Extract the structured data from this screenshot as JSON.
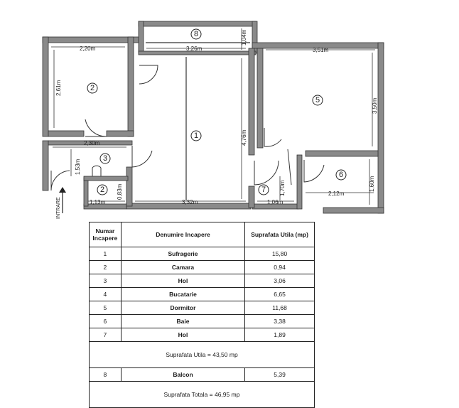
{
  "plan": {
    "entrance_label": "INTRARE",
    "room_numbers": [
      "1",
      "2",
      "2",
      "3",
      "5",
      "6",
      "7",
      "8"
    ],
    "dimensions": {
      "d_220": "2,20m",
      "d_326": "3,26m",
      "d_351": "3,51m",
      "d_104": "1,04m",
      "d_261": "2,61m",
      "d_350": "3,50m",
      "d_230": "2,30m",
      "d_476": "4,76m",
      "d_153": "1,53m",
      "d_113": "1,13m",
      "d_083": "0,83m",
      "d_332": "3,32m",
      "d_170": "1,70m",
      "d_106": "1,06m",
      "d_212": "2,12m",
      "d_160": "1,60m"
    }
  },
  "table": {
    "headers": {
      "col1": "Numar Incapere",
      "col2": "Denumire Incapere",
      "col3": "Suprafata Utila (mp)"
    },
    "rows": [
      {
        "num": "1",
        "name": "Sufragerie",
        "area": "15,80"
      },
      {
        "num": "2",
        "name": "Camara",
        "area": "0,94"
      },
      {
        "num": "3",
        "name": "Hol",
        "area": "3,06"
      },
      {
        "num": "4",
        "name": "Bucatarie",
        "area": "6,65"
      },
      {
        "num": "5",
        "name": "Dormitor",
        "area": "11,68"
      },
      {
        "num": "6",
        "name": "Baie",
        "area": "3,38"
      },
      {
        "num": "7",
        "name": "Hol",
        "area": "1,89"
      }
    ],
    "useful_total": "Suprafata Utila = 43,50 mp",
    "balcony": {
      "num": "8",
      "name": "Balcon",
      "area": "5,39"
    },
    "grand_total": "Suprafata Totala = 46,95 mp"
  }
}
